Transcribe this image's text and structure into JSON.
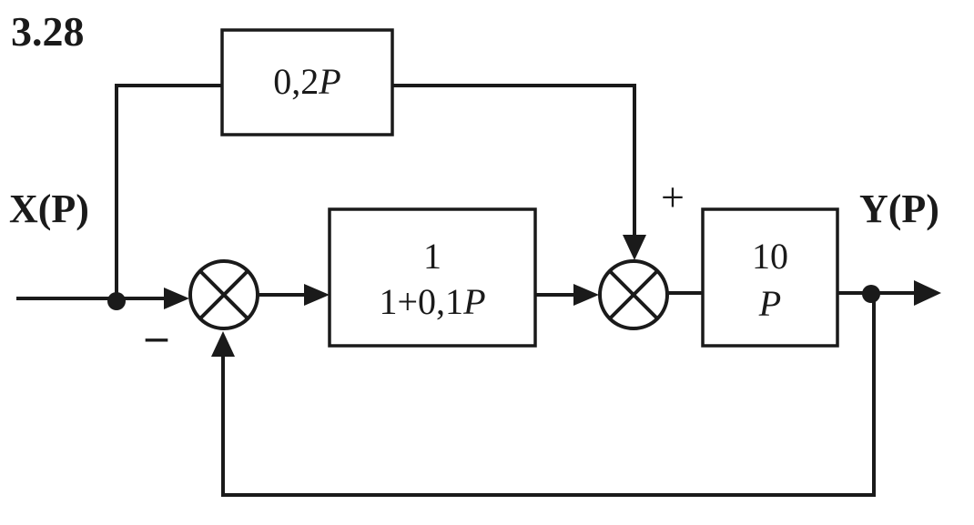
{
  "problem_number": "3.28",
  "input_label": "X(P)",
  "output_label": "Y(P)",
  "blocks": {
    "feedforward": {
      "prefix": "0,2",
      "var": "P"
    },
    "first_order": {
      "numerator": "1",
      "denominator_prefix": "1+0,1",
      "denominator_var": "P"
    },
    "integrator": {
      "numerator": "10",
      "denominator_var": "P"
    }
  },
  "signs": {
    "minus": "–",
    "plus": "+"
  },
  "colors": {
    "ink": "#1a1a1a",
    "background": "#ffffff"
  }
}
